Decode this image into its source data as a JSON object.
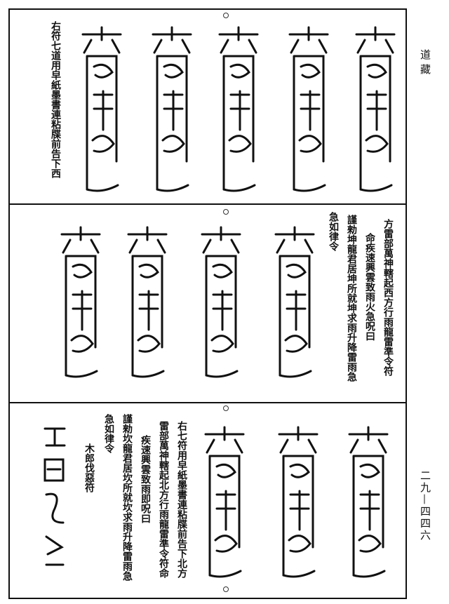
{
  "header": {
    "collection": "道藏"
  },
  "footer": {
    "page_number": "二九—四四六"
  },
  "panel1": {
    "note": "右符七道用皁紙墨書連粘牒前告下西"
  },
  "panel2": {
    "lines": [
      "方雷部萬神轄起西方行雨龍雷準令符",
      "命疾速興雲致雨火急呪曰",
      "謹勑坤龍君居坤所就坤求雨升降雷雨急",
      "急如律令"
    ]
  },
  "panel3": {
    "lines": [
      "右七符用皁紙墨書連粘牒前告下北方",
      "雷部萬神轄起北方行雨龍雷準令符命",
      "疾速興雲致雨即呪曰",
      "謹勑坎龍君居坎所就坎求雨升降雷雨急",
      "急如律令",
      "木郎伐惡符"
    ]
  }
}
